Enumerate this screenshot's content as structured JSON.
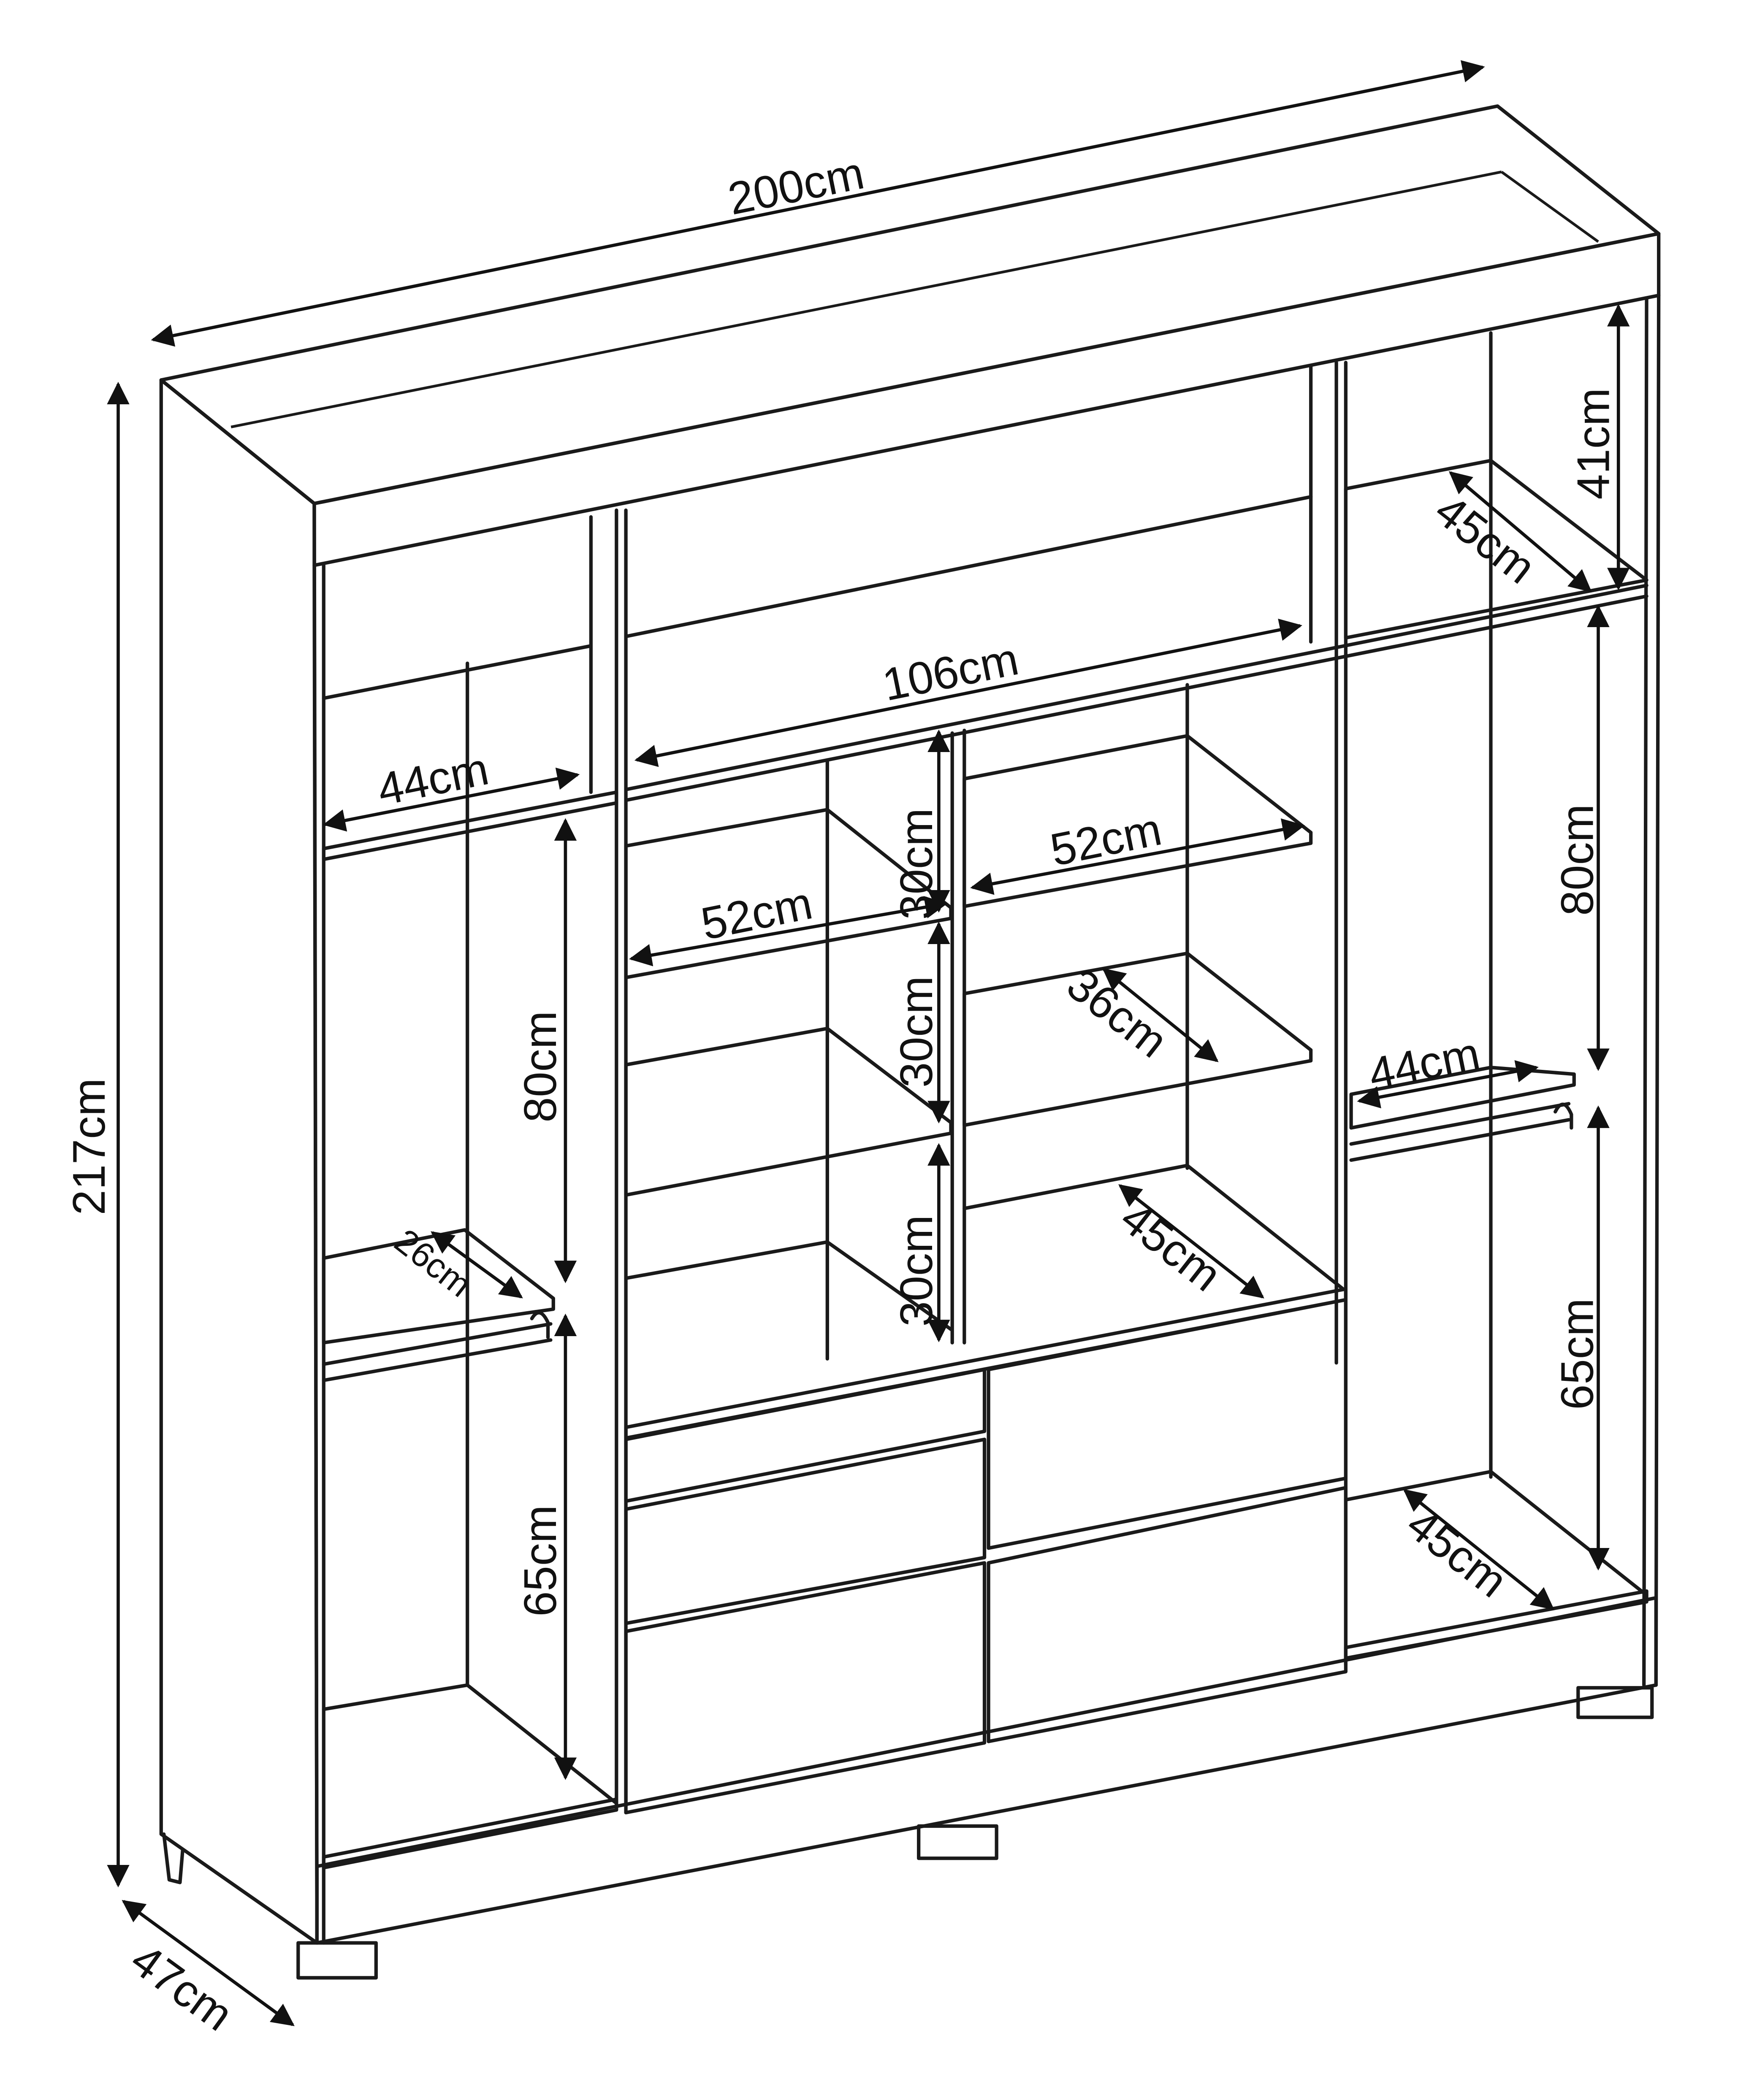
{
  "diagram": {
    "subject": "wardrobe",
    "line_color": "#1a1a1a",
    "background": "#ffffff",
    "dimensions": {
      "overall_width": "200cm",
      "overall_height": "217cm",
      "overall_depth": "47cm",
      "top_right_height": "41cm",
      "top_right_depth": "45cm",
      "center_width": "106cm",
      "left_rail_width": "44cm",
      "left_upper_height": "80cm",
      "left_lower_height": "65cm",
      "left_shelf_depth": "26cm",
      "center_left_shelf_width": "52cm",
      "center_right_shelf_width": "52cm",
      "center_shelf_height_1": "30cm",
      "center_shelf_height_2": "30cm",
      "center_shelf_height_3": "30cm",
      "center_shelf_depth": "36cm",
      "center_bottom_depth": "45cm",
      "right_upper_height": "80cm",
      "right_lower_height": "65cm",
      "right_rail_width": "44cm",
      "right_bottom_depth": "45cm"
    }
  }
}
